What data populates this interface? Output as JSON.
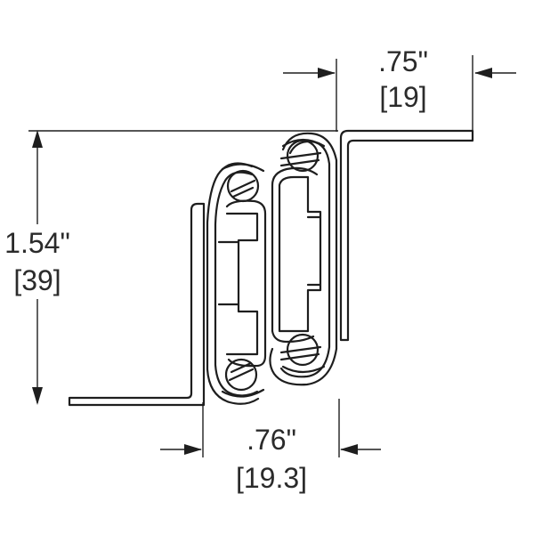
{
  "diagram": {
    "dimensions": [
      {
        "id": "height",
        "imperial": "1.54\"",
        "metric": "[39]"
      },
      {
        "id": "top-width",
        "imperial": ".75\"",
        "metric": "[19]"
      },
      {
        "id": "bottom-width",
        "imperial": ".76\"",
        "metric": "[19.3]"
      }
    ],
    "line_color": "#1e1e1e",
    "text_color": "#2b2b2b"
  }
}
